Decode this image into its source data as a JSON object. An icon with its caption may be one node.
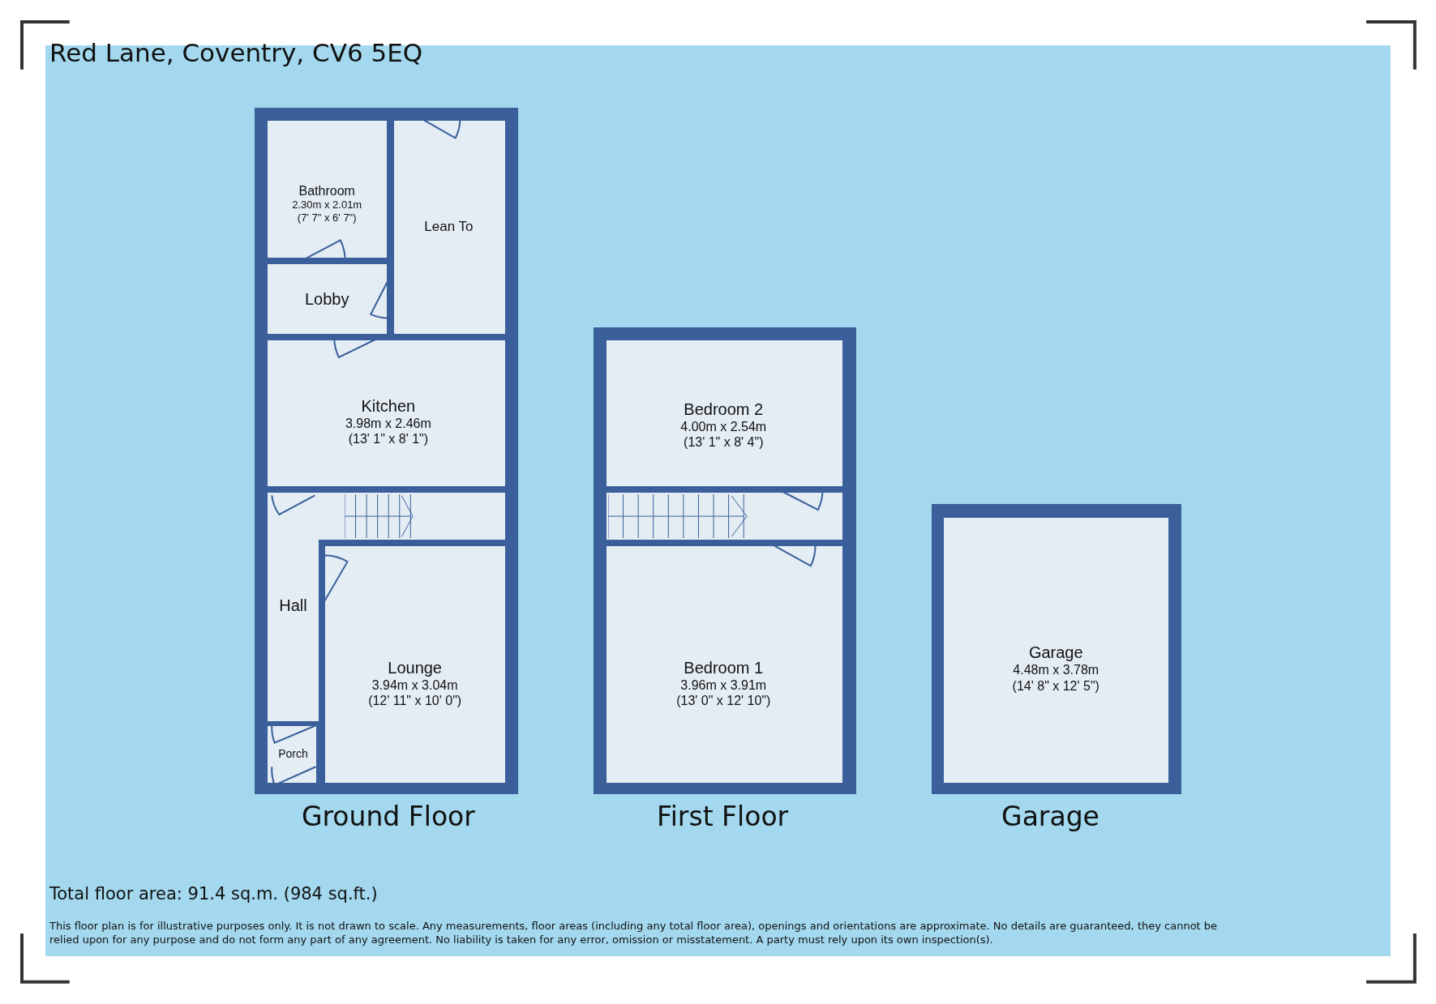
{
  "diagram": {
    "title": "Red Lane, Coventry, CV6 5EQ",
    "nodes": [
      {
        "text": [
          "Ground Floor"
        ]
      },
      {
        "text": [
          "Bathroom",
          "2.30m x 2.01m",
          "(7' 7\" x 6' 7\")"
        ],
        "in": 0
      },
      {
        "text": [
          "Lean To"
        ],
        "in": 0
      },
      {
        "text": [
          "Lobby"
        ],
        "in": 0
      },
      {
        "text": [
          "Kitchen",
          "3.98m x 2.46m",
          "(13' 1\" x 8' 1\")"
        ],
        "in": 0
      },
      {
        "text": [],
        "shape": "box",
        "in": 0
      },
      {
        "text": [
          "Hall"
        ],
        "in": 0
      },
      {
        "text": [
          "Lounge",
          "3.94m x 3.04m",
          "(12' 11\" x 10' 0\")"
        ],
        "in": 0
      },
      {
        "text": [
          "Porch"
        ],
        "in": 0
      },
      {
        "text": [
          "First Floor"
        ]
      },
      {
        "text": [
          "Bedroom 2",
          "4.00m x 2.54m",
          "(13' 1\" x 8' 4\")"
        ],
        "in": 9
      },
      {
        "text": [],
        "shape": "box",
        "in": 9
      },
      {
        "text": [
          "Bedroom 1",
          "3.96m x 3.91m",
          "(13' 0\" x 12' 10\")"
        ],
        "in": 9
      },
      {
        "text": [
          "Garage"
        ]
      },
      {
        "text": [
          "Garage",
          "4.48m x 3.78m",
          "(14' 8\" x 12' 5\")"
        ],
        "in": 13
      }
    ],
    "labels": [
      "Total floor area: 91.4 sq.m. (984 sq.ft.)",
      "This floor plan is for illustrative purposes only. It is not drawn to scale. Any measurements, floor areas (including any total floor area), openings and orientations are approximate. No details are guaranteed, they cannot be relied upon for any purpose and do not form any part of any agreement. No liability is taken for any error, omission or misstatement. A party must rely upon its own inspection(s)."
    ]
  }
}
